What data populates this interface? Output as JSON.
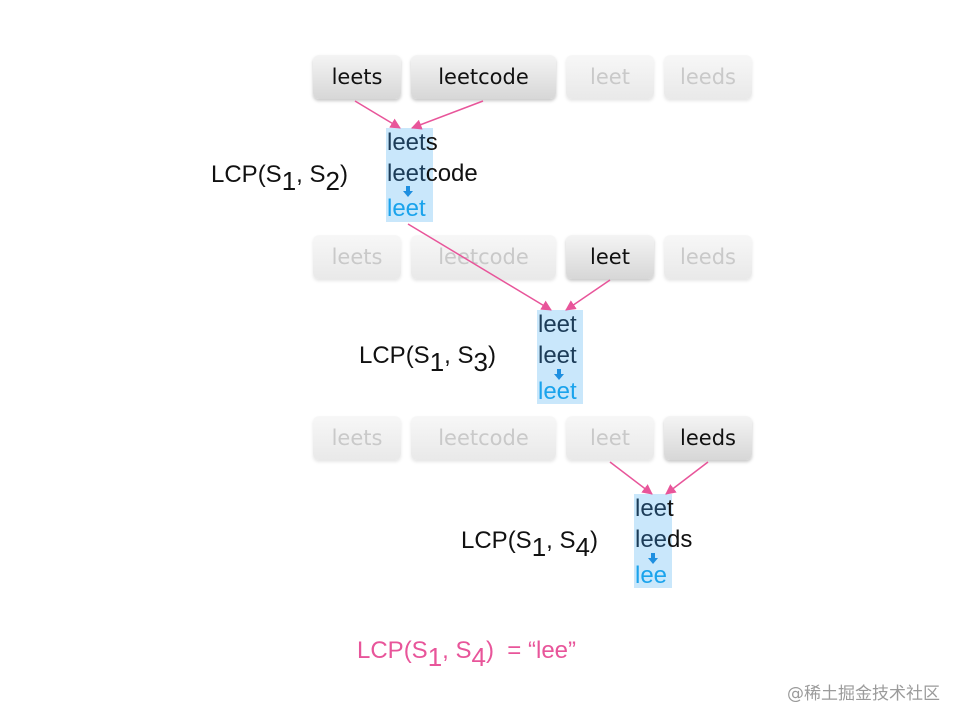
{
  "strings": [
    "leets",
    "leetcode",
    "leet",
    "leeds"
  ],
  "steps": [
    {
      "label": {
        "fn": "LCP(S",
        "i": "1",
        "sep": ", S",
        "j": "2",
        "close": ")"
      },
      "active_boxes": [
        0,
        1
      ],
      "pair": [
        {
          "match": "leet",
          "rest": "s"
        },
        {
          "match": "leet",
          "rest": "code"
        }
      ],
      "result": "leet"
    },
    {
      "label": {
        "fn": "LCP(S",
        "i": "1",
        "sep": ", S",
        "j": "3",
        "close": ")"
      },
      "active_boxes": [
        2
      ],
      "pair": [
        {
          "match": "leet",
          "rest": ""
        },
        {
          "match": "leet",
          "rest": ""
        }
      ],
      "result": "leet"
    },
    {
      "label": {
        "fn": "LCP(S",
        "i": "1",
        "sep": ", S",
        "j": "4",
        "close": ")"
      },
      "active_boxes": [
        3
      ],
      "pair": [
        {
          "match": "lee",
          "rest": "t"
        },
        {
          "match": "lee",
          "rest": "ds"
        }
      ],
      "result": "lee"
    }
  ],
  "final": {
    "fn": "LCP(S",
    "i": "1",
    "sep": ", S",
    "j": "4",
    "close": ")",
    "eq": "  = “lee”"
  },
  "watermark": "@稀土掘金技术社区",
  "colors": {
    "arrow": "#e8559a",
    "highlight": "#c9e7fb",
    "result_text": "#1aa3ec",
    "final_text": "#e8559a",
    "down_marker": "#1e8fe0"
  }
}
